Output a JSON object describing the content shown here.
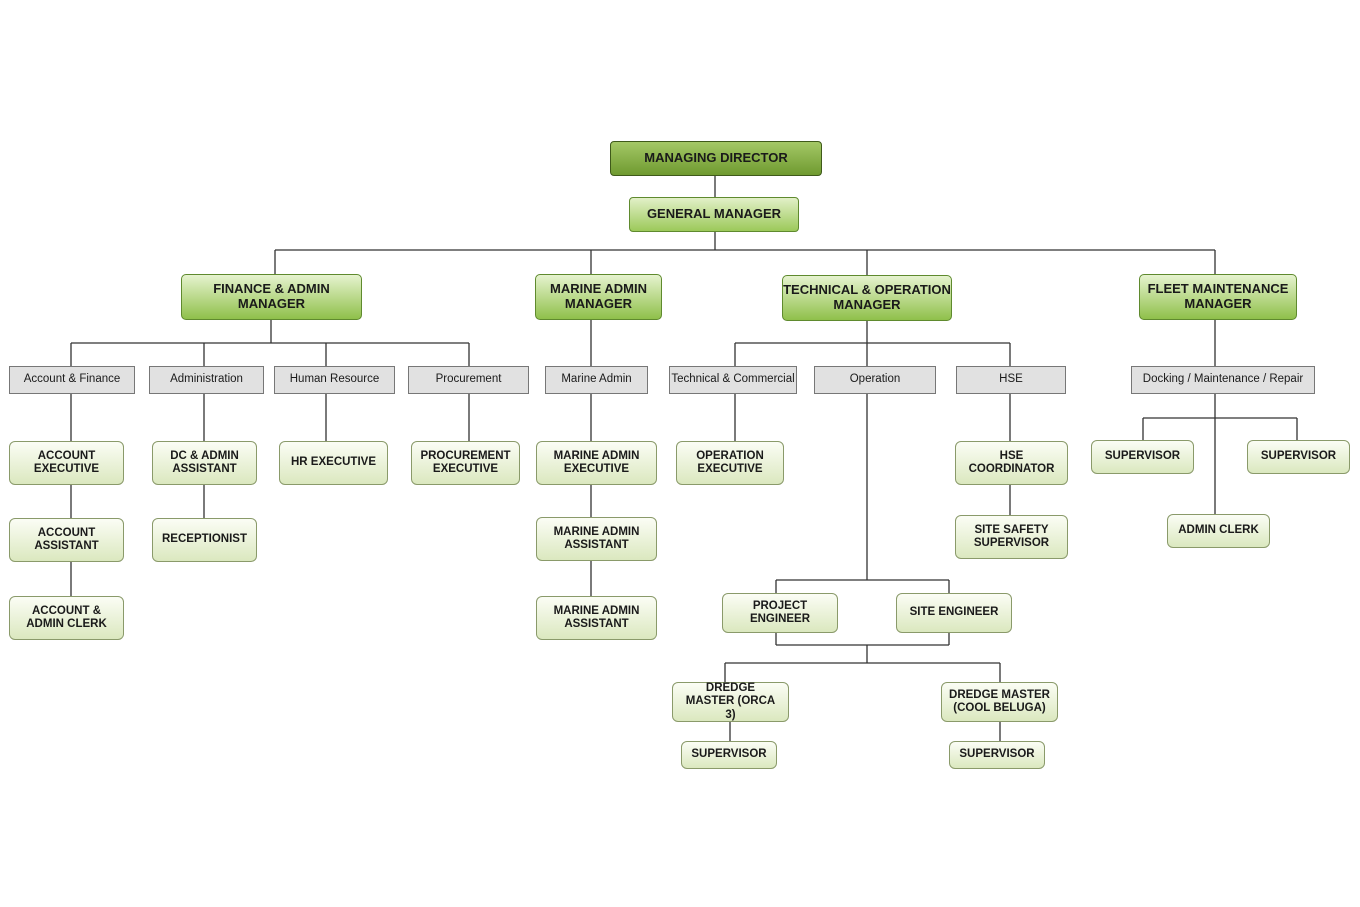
{
  "top": {
    "md": "MANAGING DIRECTOR",
    "gm": "GENERAL MANAGER"
  },
  "managers": {
    "finance": "FINANCE & ADMIN MANAGER",
    "marine": "MARINE ADMIN MANAGER",
    "technical": "TECHNICAL & OPERATION MANAGER",
    "fleet": "FLEET MAINTENANCE MANAGER"
  },
  "departments": {
    "account_finance": "Account & Finance",
    "administration": "Administration",
    "hr": "Human Resource",
    "procurement": "Procurement",
    "marine_admin": "Marine Admin",
    "tech_commercial": "Technical & Commercial",
    "operation": "Operation",
    "hse": "HSE",
    "docking": "Docking / Maintenance / Repair"
  },
  "staff": {
    "account_exec": "ACCOUNT EXECUTIVE",
    "account_asst": "ACCOUNT ASSISTANT",
    "account_clerk": "ACCOUNT & ADMIN CLERK",
    "dc_admin": "DC & ADMIN ASSISTANT",
    "receptionist": "RECEPTIONIST",
    "hr_exec": "HR EXECUTIVE",
    "proc_exec": "PROCUREMENT EXECUTIVE",
    "marine_exec": "MARINE ADMIN EXECUTIVE",
    "marine_asst1": "MARINE ADMIN ASSISTANT",
    "marine_asst2": "MARINE ADMIN ASSISTANT",
    "op_exec": "OPERATION EXECUTIVE",
    "hse_coord": "HSE COORDINATOR",
    "site_safety": "SITE SAFETY SUPERVISOR",
    "fleet_sup1": "SUPERVISOR",
    "fleet_sup2": "SUPERVISOR",
    "admin_clerk": "ADMIN CLERK",
    "project_eng": "PROJECT ENGINEER",
    "site_eng": "SITE ENGINEER",
    "dredge_orca": "DREDGE MASTER (ORCA 3)",
    "dredge_beluga": "DREDGE MASTER (COOL BELUGA)",
    "orca_sup": "SUPERVISOR",
    "beluga_sup": "SUPERVISOR"
  }
}
